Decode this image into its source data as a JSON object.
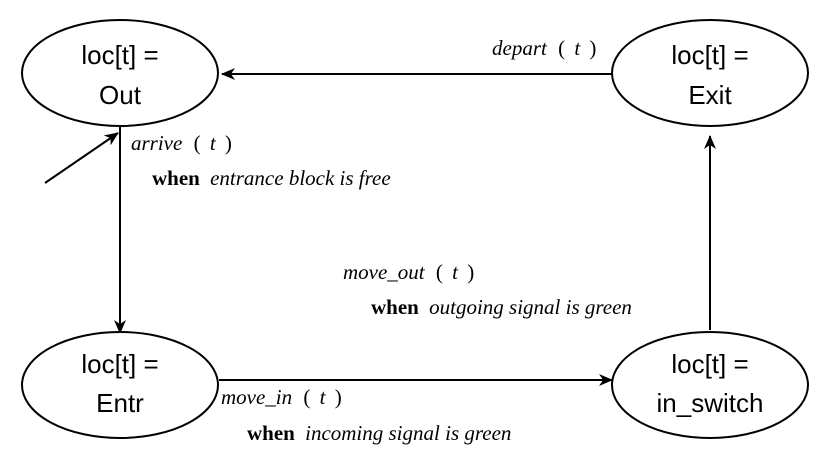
{
  "states": {
    "out": {
      "line1": "loc[t] =",
      "line2": "Out"
    },
    "exit": {
      "line1": "loc[t] =",
      "line2": "Exit"
    },
    "entr": {
      "line1": "loc[t] =",
      "line2": "Entr"
    },
    "inswitch": {
      "line1": "loc[t] =",
      "line2": "in_switch"
    }
  },
  "transitions": {
    "depart": {
      "event": "depart",
      "arg": "t",
      "open": "(",
      "close": ")"
    },
    "arrive": {
      "event": "arrive",
      "arg": "t",
      "open": "(",
      "close": ")",
      "when": "when",
      "condition": "entrance block is free"
    },
    "move_out": {
      "event": "move_out",
      "arg": "t",
      "open": "(",
      "close": ")",
      "when": "when",
      "condition": "outgoing signal is green"
    },
    "move_in": {
      "event": "move_in",
      "arg": "t",
      "open": "(",
      "close": ")",
      "when": "when",
      "condition": "incoming signal is green"
    }
  }
}
